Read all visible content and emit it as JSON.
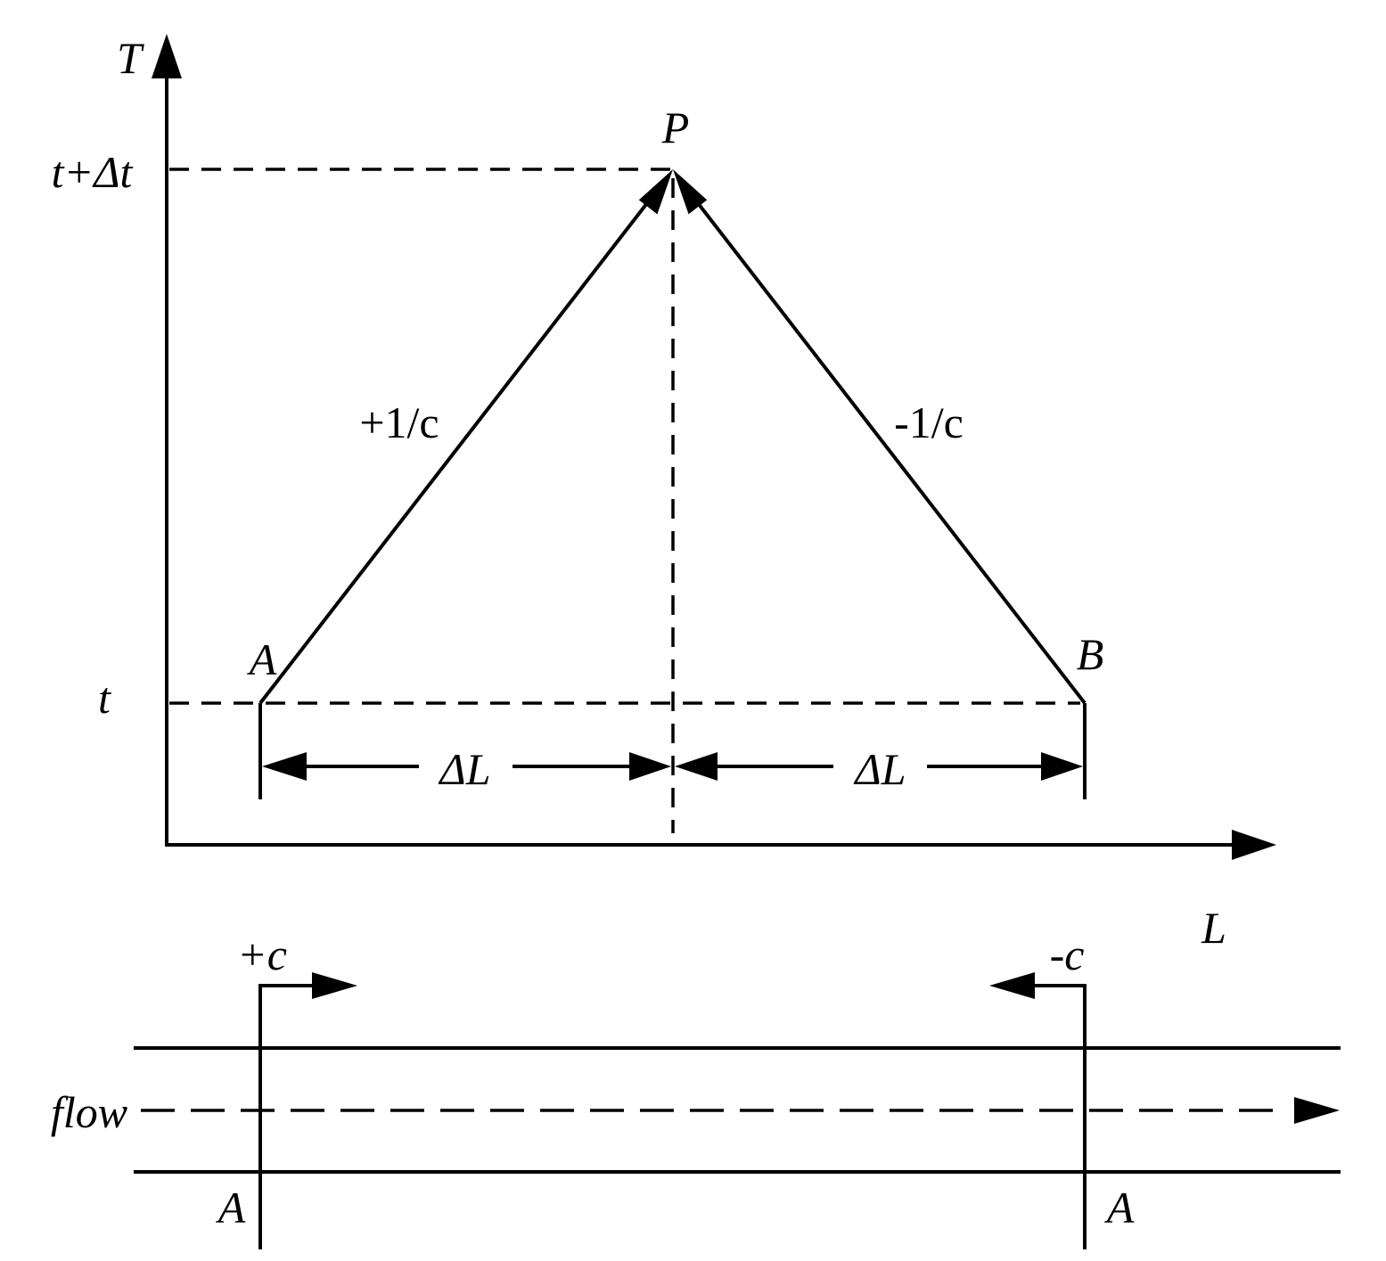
{
  "axes": {
    "y_label": "T",
    "x_label": "L",
    "tick_upper": "t+Δt",
    "tick_lower": "t"
  },
  "points": {
    "peak": "P",
    "left": "A",
    "right": "B"
  },
  "slopes": {
    "left": "+1/c",
    "right": "-1/c"
  },
  "intervals": {
    "left": "ΔL",
    "right": "ΔL"
  },
  "pipe": {
    "flow_label": "flow",
    "left_wave": "+c",
    "right_wave": "-c",
    "left_section": "A",
    "right_section": "A"
  }
}
